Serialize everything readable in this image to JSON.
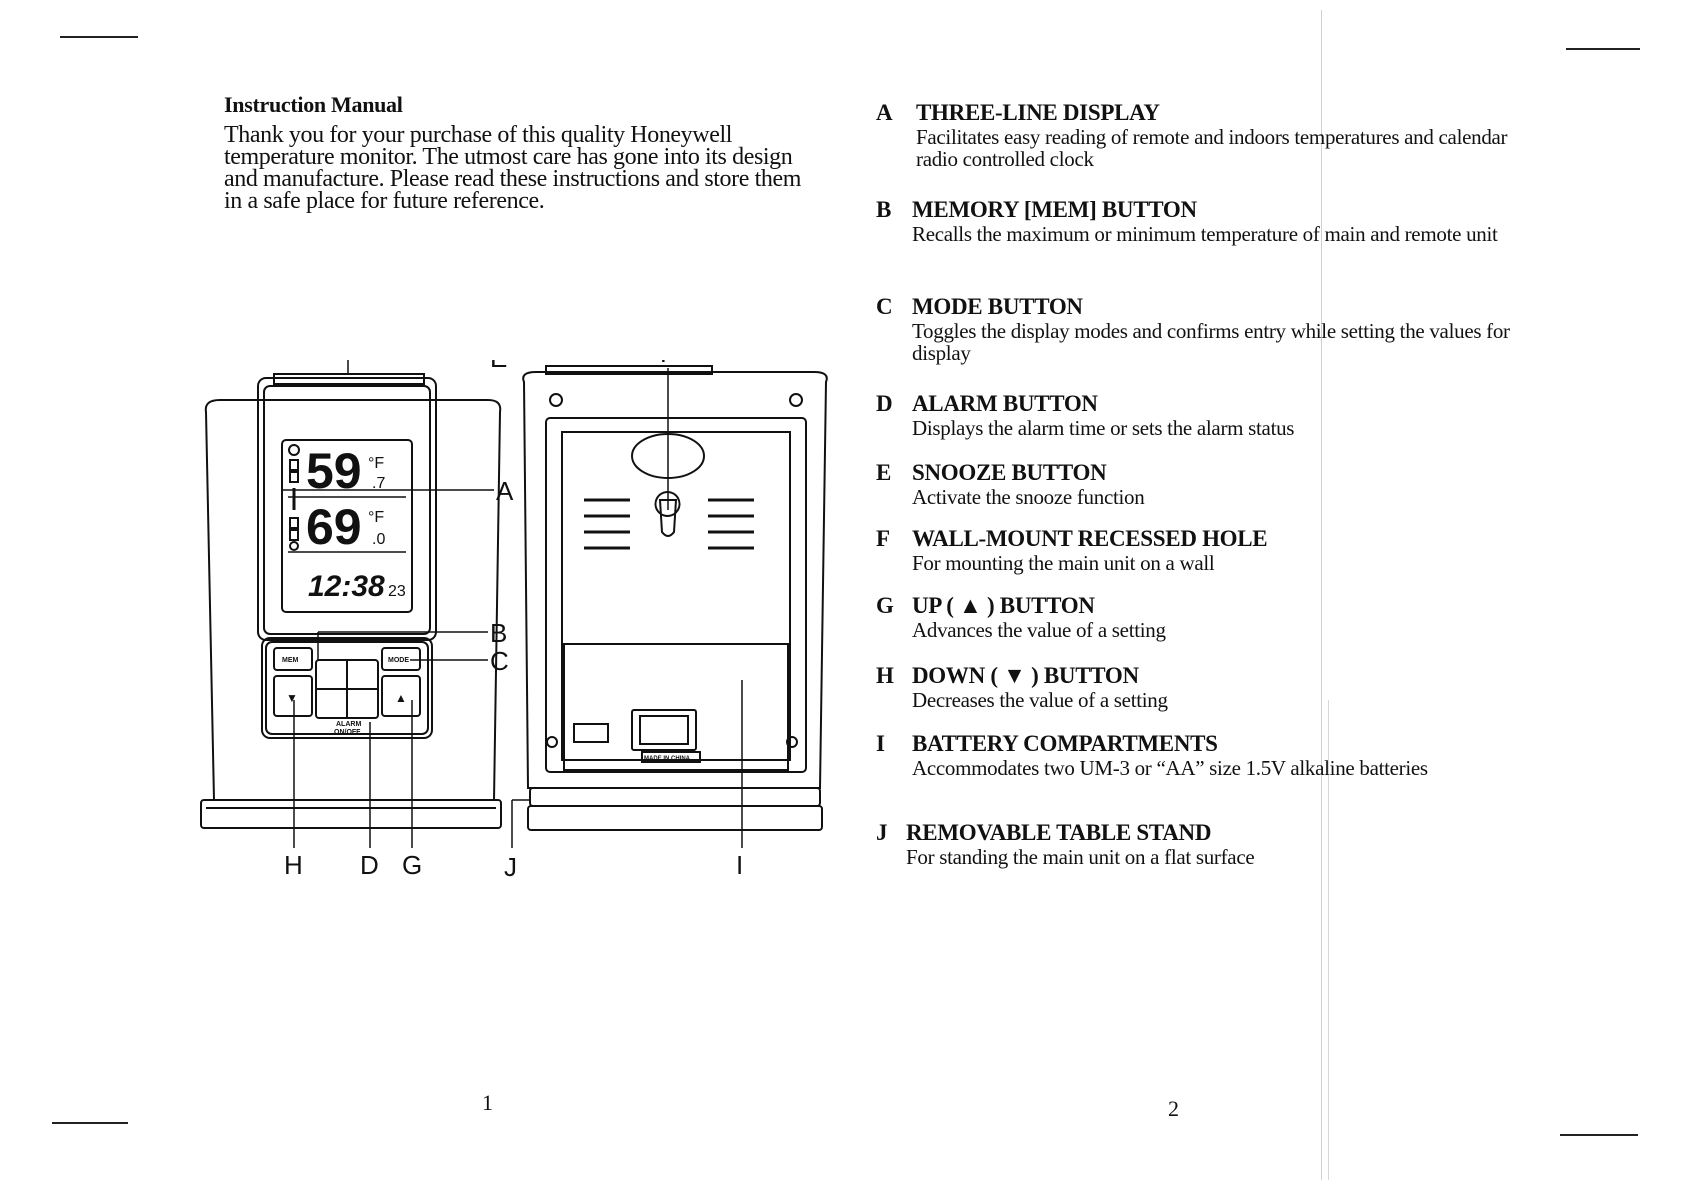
{
  "page": {
    "manual_title": "Instruction Manual",
    "intro": "Thank you for your purchase of this quality Honeywell temperature monitor. The utmost care has gone into its design and manufacture. Please read these instructions and store them in a safe place for future reference.",
    "page_left": "1",
    "page_right": "2"
  },
  "diagram": {
    "callouts": {
      "a": "A",
      "b": "B",
      "c": "C",
      "d": "D",
      "e": "E",
      "f": "F",
      "g": "G",
      "h": "H",
      "i": "I",
      "j": "J"
    },
    "display": {
      "temp1": "59",
      "temp1_dec": ".7",
      "temp1_unit": "°F",
      "temp2": "69",
      "temp2_dec": ".0",
      "temp2_unit": "°F",
      "clock": "12:38",
      "date": "23"
    },
    "buttons": {
      "mem": "MEM",
      "mode": "MODE",
      "alarm": "ALARM",
      "onoff": "ON/OFF",
      "down": "▼",
      "up": "▲"
    },
    "made_in": "MADE IN CHINA"
  },
  "features": [
    {
      "letter": "A",
      "title": "THREE-LINE DISPLAY",
      "desc": "Facilitates easy reading of remote and indoors temperatures and calendar radio controlled clock"
    },
    {
      "letter": "B",
      "title": "MEMORY [MEM] BUTTON",
      "desc": "Recalls the maximum or minimum temperature of main and remote unit"
    },
    {
      "letter": "C",
      "title": "MODE BUTTON",
      "desc": "Toggles the display modes and confirms entry while setting the values for display"
    },
    {
      "letter": "D",
      "title": "ALARM BUTTON",
      "desc": "Displays the alarm time or sets the alarm status"
    },
    {
      "letter": "E",
      "title": "SNOOZE BUTTON",
      "desc": "Activate the snooze function"
    },
    {
      "letter": "F",
      "title": "WALL-MOUNT RECESSED HOLE",
      "desc": "For mounting the main unit on a wall"
    },
    {
      "letter": "G",
      "title": "UP ( ▲ ) BUTTON",
      "desc": "Advances the value of a setting"
    },
    {
      "letter": "H",
      "title": "DOWN ( ▼ ) BUTTON",
      "desc": "Decreases the value of a setting"
    },
    {
      "letter": "I",
      "title": "BATTERY COMPARTMENTS",
      "desc": "Accommodates two UM-3 or “AA” size 1.5V alkaline batteries"
    },
    {
      "letter": "J",
      "title": "REMOVABLE TABLE STAND",
      "desc": "For standing the main unit on a flat surface"
    }
  ]
}
